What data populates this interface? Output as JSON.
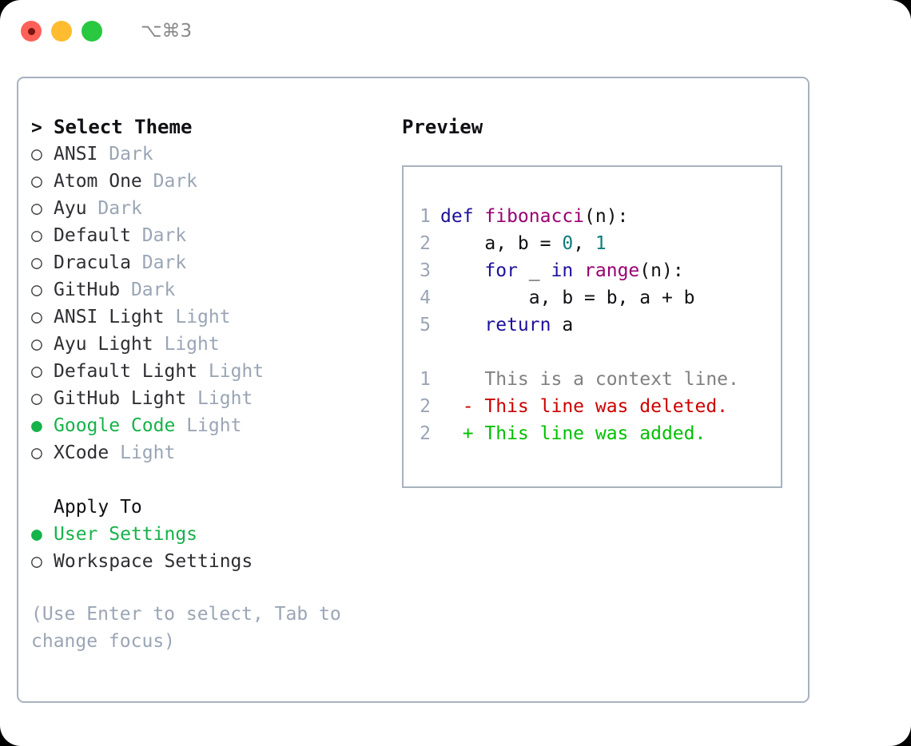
{
  "window": {
    "shortcut_label": "⌥⌘3",
    "traffic_lights": [
      "close",
      "minimize",
      "maximize"
    ]
  },
  "theme_selector": {
    "header_marker": ">",
    "header_label": "Select Theme",
    "selected_marker": "●",
    "unselected_marker": "○",
    "items": [
      {
        "name": "ANSI",
        "kind": "Dark",
        "selected": false
      },
      {
        "name": "Atom One",
        "kind": "Dark",
        "selected": false
      },
      {
        "name": "Ayu",
        "kind": "Dark",
        "selected": false
      },
      {
        "name": "Default",
        "kind": "Dark",
        "selected": false
      },
      {
        "name": "Dracula",
        "kind": "Dark",
        "selected": false
      },
      {
        "name": "GitHub",
        "kind": "Dark",
        "selected": false
      },
      {
        "name": "ANSI Light",
        "kind": "Light",
        "selected": false
      },
      {
        "name": "Ayu Light",
        "kind": "Light",
        "selected": false
      },
      {
        "name": "Default Light",
        "kind": "Light",
        "selected": false
      },
      {
        "name": "GitHub Light",
        "kind": "Light",
        "selected": false
      },
      {
        "name": "Google Code",
        "kind": "Light",
        "selected": true
      },
      {
        "name": "XCode",
        "kind": "Light",
        "selected": false
      }
    ]
  },
  "apply_to": {
    "label": "Apply To",
    "options": [
      {
        "name": "User Settings",
        "selected": true
      },
      {
        "name": "Workspace Settings",
        "selected": false
      }
    ]
  },
  "hint": {
    "line1": "(Use Enter to select, Tab to",
    "line2": "change focus)"
  },
  "preview": {
    "title": "Preview",
    "code_lines": [
      {
        "lno": "1",
        "tokens": [
          {
            "t": "def ",
            "c": "kw"
          },
          {
            "t": "fibonacci",
            "c": "fn"
          },
          {
            "t": "(n):",
            "c": "pl"
          }
        ]
      },
      {
        "lno": "2",
        "tokens": [
          {
            "t": "    a, b = ",
            "c": "pl"
          },
          {
            "t": "0",
            "c": "num"
          },
          {
            "t": ", ",
            "c": "pl"
          },
          {
            "t": "1",
            "c": "num"
          }
        ]
      },
      {
        "lno": "3",
        "tokens": [
          {
            "t": "    ",
            "c": "pl"
          },
          {
            "t": "for",
            "c": "kw"
          },
          {
            "t": " _ ",
            "c": "pl"
          },
          {
            "t": "in",
            "c": "kw"
          },
          {
            "t": " ",
            "c": "pl"
          },
          {
            "t": "range",
            "c": "fn"
          },
          {
            "t": "(n):",
            "c": "pl"
          }
        ]
      },
      {
        "lno": "4",
        "tokens": [
          {
            "t": "        a, b = b, a + b",
            "c": "pl"
          }
        ]
      },
      {
        "lno": "5",
        "tokens": [
          {
            "t": "    ",
            "c": "pl"
          },
          {
            "t": "return",
            "c": "kw"
          },
          {
            "t": " a",
            "c": "pl"
          }
        ]
      }
    ],
    "diff_lines": [
      {
        "lno": "1",
        "sign": " ",
        "text": " This is a context line.",
        "kind": "ctx"
      },
      {
        "lno": "2",
        "sign": "-",
        "text": " This line was deleted.",
        "kind": "del"
      },
      {
        "lno": "2",
        "sign": "+",
        "text": " This line was added.",
        "kind": "add"
      }
    ]
  },
  "colors": {
    "accent_green": "#16b24a",
    "muted": "#9aa5b5",
    "border": "#a8b2bf",
    "keyword": "#1c119b",
    "function": "#990073",
    "number": "#0e7d7d",
    "diff_deleted": "#cc0000",
    "diff_added": "#00c000",
    "diff_context": "#808080"
  }
}
